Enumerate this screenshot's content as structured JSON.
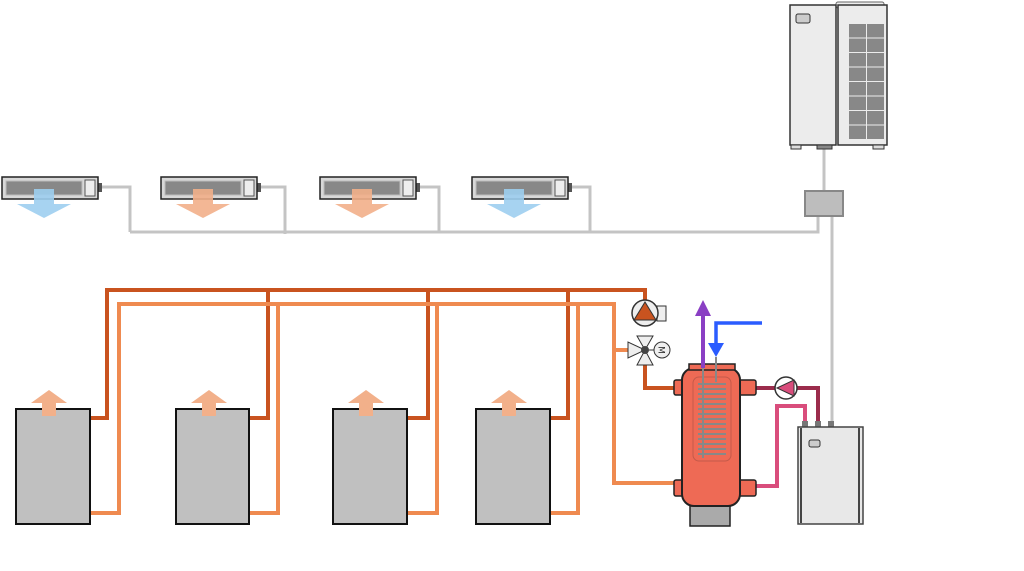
{
  "colors": {
    "refrigerant_pipe": "#c4c4c4",
    "heating_flow": "#c9531f",
    "heating_return": "#ef8a50",
    "primary_flow": "#9b2c4c",
    "primary_return": "#d94d7c",
    "tank": "#ee6a55",
    "cooling_air": "#9ecff0",
    "heating_air": "#f2b08a",
    "hot_water_out": "#8a3fc4",
    "cold_water_in": "#2b5cff"
  },
  "indoor_units": [
    {
      "mode": "cooling"
    },
    {
      "mode": "heating"
    },
    {
      "mode": "heating"
    },
    {
      "mode": "cooling"
    }
  ],
  "radiators": [
    {},
    {},
    {},
    {}
  ],
  "valve": {
    "motor_label": "M"
  },
  "components": [
    "outdoor-unit",
    "branch-box",
    "hydro-unit",
    "buffer-tank",
    "circulation-pump",
    "mixing-valve"
  ]
}
